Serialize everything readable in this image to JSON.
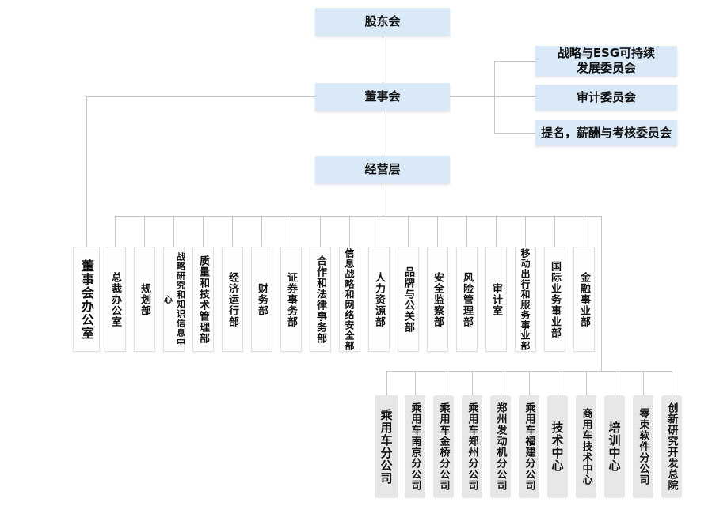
{
  "nodes": {
    "shareholders": "股东会",
    "board": "董事会",
    "management": "经营层"
  },
  "committees": [
    "战略与ESG可持续\n发展委员会",
    "审计委员会",
    "提名，薪酬与考核委员会"
  ],
  "departments": [
    "董事会办公室",
    "总裁办公室",
    "规划部",
    "战略研究和知识信息中心",
    "质量和技术管理部",
    "经济运行部",
    "财务部",
    "证券事务部",
    "合作和法律事务部",
    "信息战略和网络安全部",
    "人力资源部",
    "品牌与公关部",
    "安全监察部",
    "风险管理部",
    "审计室",
    "移动出行和服务事业部",
    "国际业务事业部",
    "金融事业部"
  ],
  "subsidiaries": [
    "乘用车分公司",
    "乘用车南京分公司",
    "乘用车金桥分公司",
    "乘用车郑州分公司",
    "郑州发动机分公司",
    "乘用车福建分公司",
    "技术中心",
    "商用车技术中心",
    "培训中心",
    "零束软件分公司",
    "创新研究开发总院"
  ],
  "colors": {
    "node_fill": "#d9e9f8",
    "department_fill": "#fefefe",
    "subsidiary_fill": "#e7e7e7",
    "line": "#c6c6c6",
    "text": "#111111"
  }
}
